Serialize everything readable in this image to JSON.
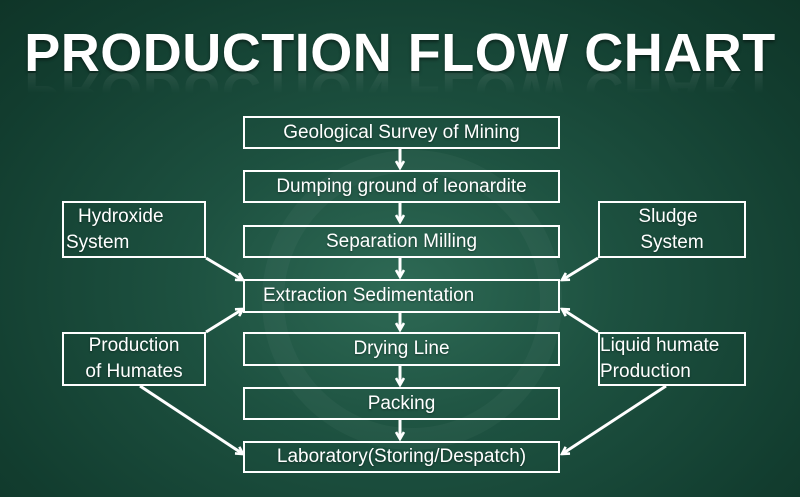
{
  "title": "PRODUCTION FLOW CHART",
  "main_steps": [
    "Geological Survey of Mining",
    "Dumping ground of leonardite",
    "Separation Milling",
    "Extraction Sedimentation",
    "Drying Line",
    "Packing",
    "Laboratory(Storing/Despatch)"
  ],
  "side_inputs": {
    "hydroxide": {
      "line1": "Hydroxide",
      "line2": "System"
    },
    "sludge": {
      "line1": "Sludge",
      "line2": "System"
    },
    "humates": {
      "line1": "Production",
      "line2": "of Humates"
    },
    "liquid": {
      "line1": "Liquid humate",
      "line2": "Production"
    }
  },
  "colors": {
    "background": "#1d5140",
    "line": "#ffffff",
    "text": "#ffffff"
  }
}
